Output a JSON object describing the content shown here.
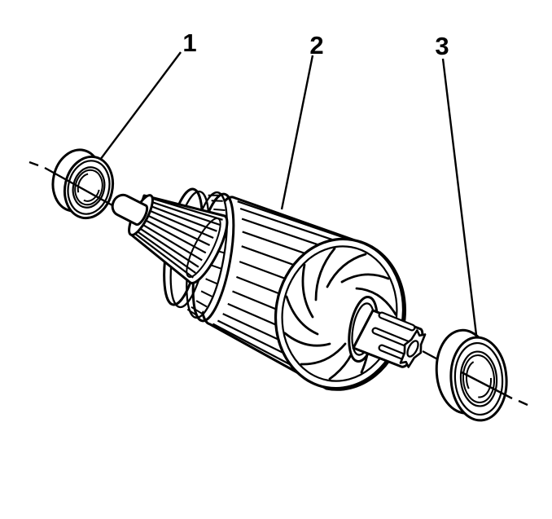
{
  "figure": {
    "type": "exploded-parts-illustration",
    "background": "#ffffff",
    "line_color": "#000000",
    "callouts": [
      {
        "label": "1"
      },
      {
        "label": "2"
      },
      {
        "label": "3"
      }
    ]
  }
}
